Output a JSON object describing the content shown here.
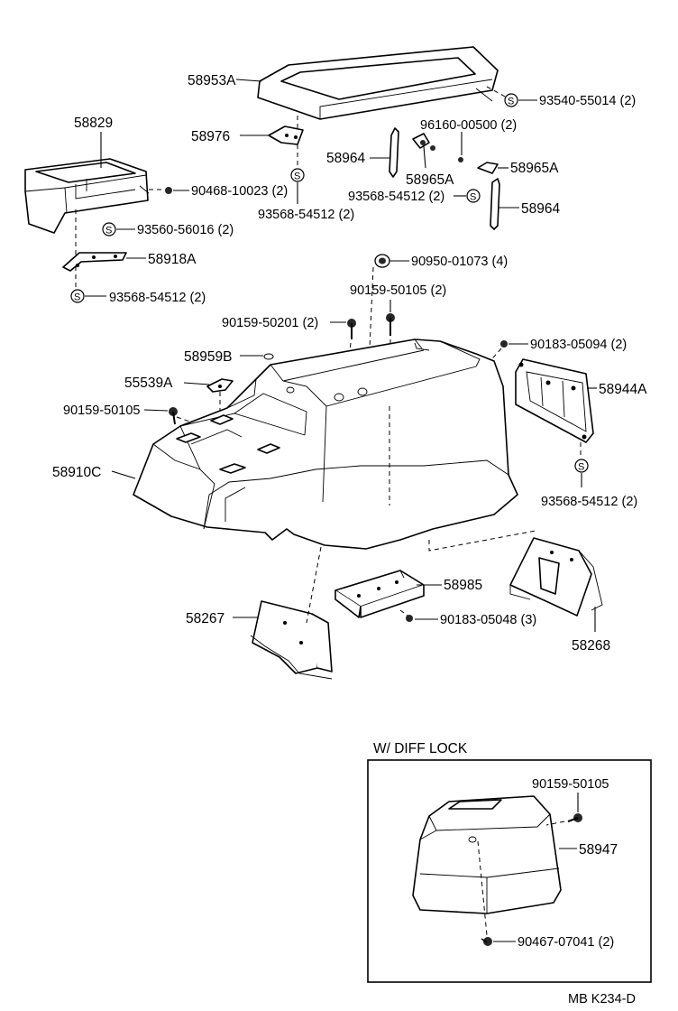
{
  "labels": {
    "p58953A": "58953A",
    "p93540": "93540-55014 (2)",
    "p58829": "58829",
    "p58976": "58976",
    "p96160": "96160-00500 (2)",
    "p58964a": "58964",
    "p58965Aa": "58965A",
    "p58965Ab": "58965A",
    "p90468": "90468-10023 (2)",
    "p93568a": "93568-54512 (2)",
    "p93568b": "93568-54512 (2)",
    "p58964b": "58964",
    "p93560": "93560-56016 (2)",
    "p58918A": "58918A",
    "p90950": "90950-01073 (4)",
    "p93568c": "93568-54512 (2)",
    "p90159_50105a": "90159-50105 (2)",
    "p90159_50201": "90159-50201 (2)",
    "p90183_05094": "90183-05094 (2)",
    "p58959B": "58959B",
    "p55539A": "55539A",
    "p58944A": "58944A",
    "p90159_50105b": "90159-50105",
    "p58910C": "58910C",
    "p93568d": "93568-54512 (2)",
    "p58985": "58985",
    "p58267": "58267",
    "p90183_05048": "90183-05048 (3)",
    "p58268": "58268",
    "p90159_50105c": "90159-50105",
    "p58947": "58947",
    "p90467": "90467-07041 (2)"
  },
  "inset": {
    "title": "W/ DIFF  LOCK"
  },
  "footer": {
    "code": "MB  K234-D"
  },
  "symbols": {
    "seal_mark": "S"
  }
}
